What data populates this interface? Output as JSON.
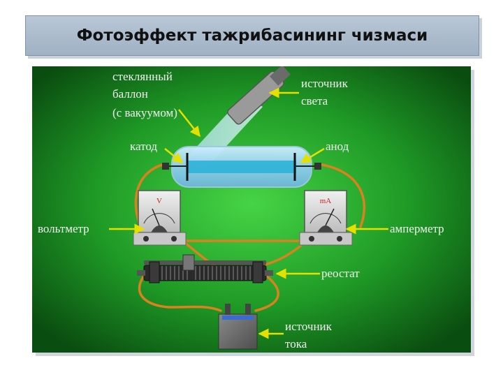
{
  "title": "Фотоэффект тажрибасининг чизмаси",
  "labels": {
    "glass_bulb": [
      "стеклянный",
      "баллон",
      "(с вакуумом)"
    ],
    "light_source": [
      "источник",
      "света"
    ],
    "cathode": "катод",
    "anode": "анод",
    "voltmeter": "вольтметр",
    "ammeter": "амперметр",
    "rheostat": "реостат",
    "current_source": [
      "источник",
      "тока"
    ]
  },
  "meters": {
    "voltmeter_unit": "V",
    "ammeter_unit": "mA"
  },
  "colors": {
    "background_center": "#3fcc3f",
    "background_edge": "#0a5a12",
    "wire": "#d9821e",
    "arrow": "#e6e000",
    "title_bar": "#a9b9cb"
  }
}
